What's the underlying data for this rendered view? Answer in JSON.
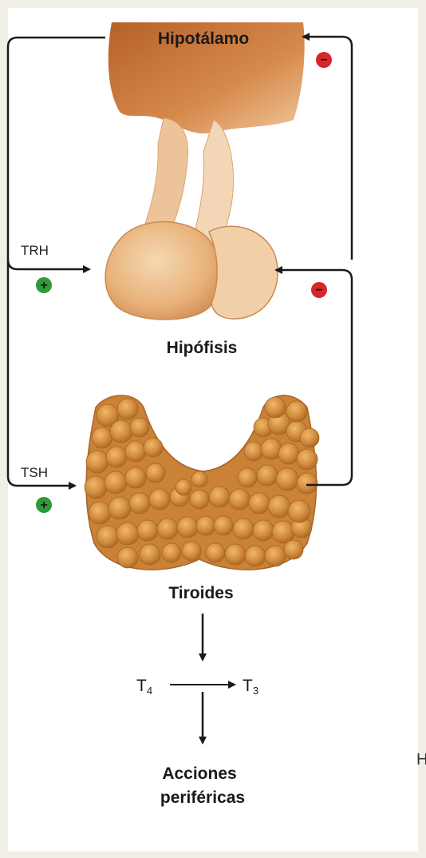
{
  "labels": {
    "hypothalamus": "Hipotálamo",
    "pituitary": "Hipófisis",
    "thyroid": "Tiroides",
    "trh": "TRH",
    "tsh": "TSH",
    "t4_base": "T",
    "t4_sub": "4",
    "t3_base": "T",
    "t3_sub": "3",
    "peripheral_line1": "Acciones",
    "peripheral_line2": "periféricas",
    "edge_fragment": "H"
  },
  "signs": {
    "positive": "+",
    "negative": "−"
  },
  "colors": {
    "positive": "#2e9a3a",
    "negative": "#d9262b",
    "hypothalamus": "#c8733a",
    "pituitary_light": "#efc89d",
    "pituitary_dark": "#e0a86f",
    "thyroid": "#cf8b3c",
    "line": "#1a1a1a"
  }
}
